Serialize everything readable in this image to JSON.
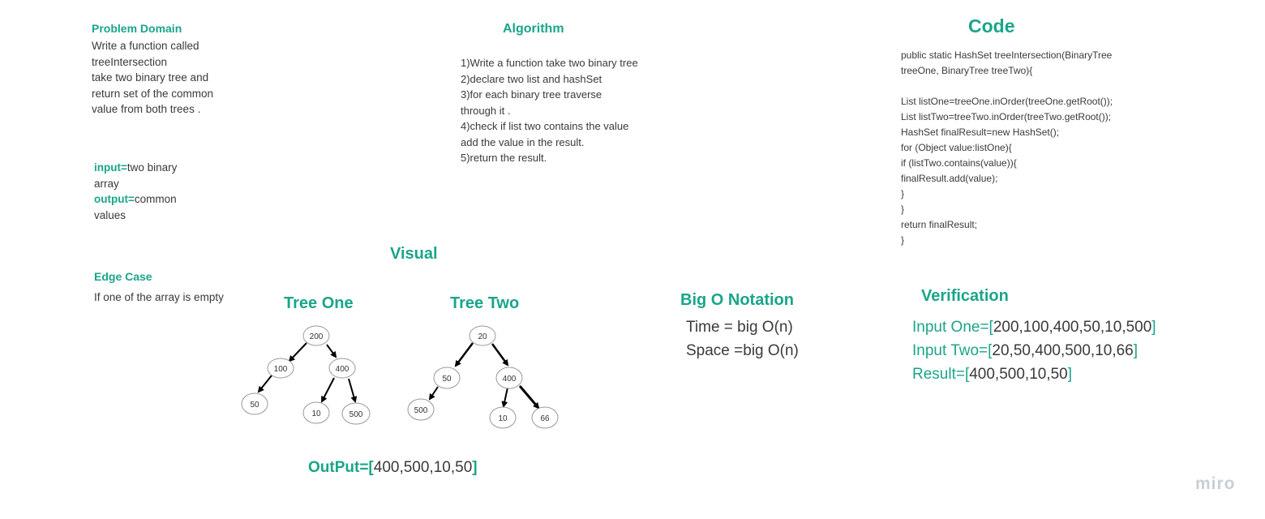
{
  "problem": {
    "title": "Problem Domain",
    "lines": [
      "Write a function called",
      "treeIntersection",
      "take two binary tree and",
      "return set of the common",
      "value from both trees ."
    ]
  },
  "io": {
    "input_label": "input=",
    "input_lines": [
      "two binary",
      "array"
    ],
    "output_label": "output=",
    "output_lines": [
      "common",
      "values"
    ]
  },
  "edge": {
    "title": "Edge Case",
    "text": "If one of the array is empty"
  },
  "algorithm": {
    "title": "Algorithm",
    "lines": [
      "1)Write a function take two binary tree",
      "2)declare two list and hashSet",
      "3)for each binary tree traverse",
      "through it .",
      "4)check if list two contains the value",
      "add the value in the result.",
      "5)return the result."
    ]
  },
  "code": {
    "title": "Code",
    "lines": [
      "public static HashSet treeIntersection(BinaryTree",
      "treeOne, BinaryTree treeTwo){",
      "",
      " List listOne=treeOne.inOrder(treeOne.getRoot());",
      "    List listTwo=treeTwo.inOrder(treeTwo.getRoot());",
      "    HashSet finalResult=new HashSet();",
      "    for (Object value:listOne){",
      "        if (listTwo.contains(value)){",
      "            finalResult.add(value);",
      "        }",
      "    }",
      "    return finalResult;",
      "}"
    ]
  },
  "visual": {
    "title": "Visual",
    "tree_one": {
      "title": "Tree One",
      "nodes": [
        {
          "id": "root",
          "value": "200"
        },
        {
          "id": "l",
          "value": "100"
        },
        {
          "id": "r",
          "value": "400"
        },
        {
          "id": "ll",
          "value": "50"
        },
        {
          "id": "rl",
          "value": "10"
        },
        {
          "id": "rr",
          "value": "500"
        }
      ]
    },
    "tree_two": {
      "title": "Tree Two",
      "nodes": [
        {
          "id": "root",
          "value": "20"
        },
        {
          "id": "l",
          "value": "50"
        },
        {
          "id": "r",
          "value": "400"
        },
        {
          "id": "ll",
          "value": "500"
        },
        {
          "id": "rl",
          "value": "10"
        },
        {
          "id": "rr",
          "value": "66"
        }
      ]
    },
    "output": {
      "label": "OutPut=",
      "open": "[",
      "value": "400,500,10,50",
      "close": "]"
    }
  },
  "bigo": {
    "title": "Big O Notation",
    "time": "Time = big O(n)",
    "space": "Space =big O(n)"
  },
  "verification": {
    "title": "Verification",
    "rows": [
      {
        "label": "Input One=",
        "value": "200,100,400,50,10,500"
      },
      {
        "label": "Input Two=",
        "value": "20,50,400,500,10,66"
      },
      {
        "label": "Result=",
        "value": "400,500,10,50"
      }
    ],
    "open": "[",
    "close": "]"
  },
  "brand": "miro",
  "colors": {
    "accent": "#1aa58a",
    "text": "#3a3a3a",
    "brand": "#c9ced3"
  }
}
